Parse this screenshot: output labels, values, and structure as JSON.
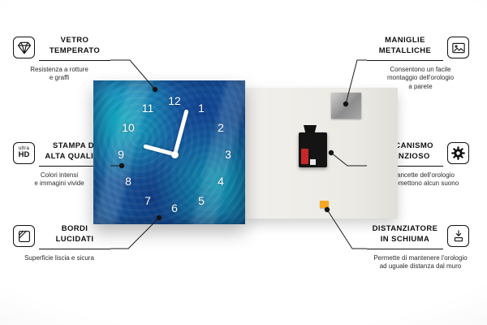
{
  "clock": {
    "numbers": [
      "12",
      "1",
      "2",
      "3",
      "4",
      "5",
      "6",
      "7",
      "8",
      "9",
      "10",
      "11"
    ],
    "time": {
      "hour_deg": -75,
      "minute_deg": 15
    },
    "front_accent": "#1f6cb0",
    "back_color": "#eceae5",
    "foam_color": "#f5a623",
    "mechanism_color": "#141414"
  },
  "callouts": {
    "left": [
      {
        "icon": "diamond-icon",
        "title": "VETRO\nTEMPERATO",
        "desc": "Resistenza a rotture\ne graffi"
      },
      {
        "icon": "ultra-hd-icon",
        "icon_top": "ultra",
        "icon_main": "HD",
        "title": "STAMPA DI\nALTA QUALITÀ",
        "desc": "Colori intensi\ne immagini vivide"
      },
      {
        "icon": "polished-edges-icon",
        "title": "BORDI\nLUCIDATI",
        "desc": "Superficie liscia e sicura"
      }
    ],
    "right": [
      {
        "icon": "picture-frame-icon",
        "title": "MANIGLIE\nMETALLICHE",
        "desc": "Consentono un facile\nmontaggio dell'orologio\na parete"
      },
      {
        "icon": "gear-icon",
        "title": "MECCANISMO\nSILENZIOSO",
        "desc": "Le lancette dell'orologio\nnon emettono alcun suono"
      },
      {
        "icon": "foam-spacer-icon",
        "title": "DISTANZIATORE\nIN SCHIUMA",
        "desc": "Permette di mantenere l'orologio\nad uguale distanza dal muro"
      }
    ]
  }
}
